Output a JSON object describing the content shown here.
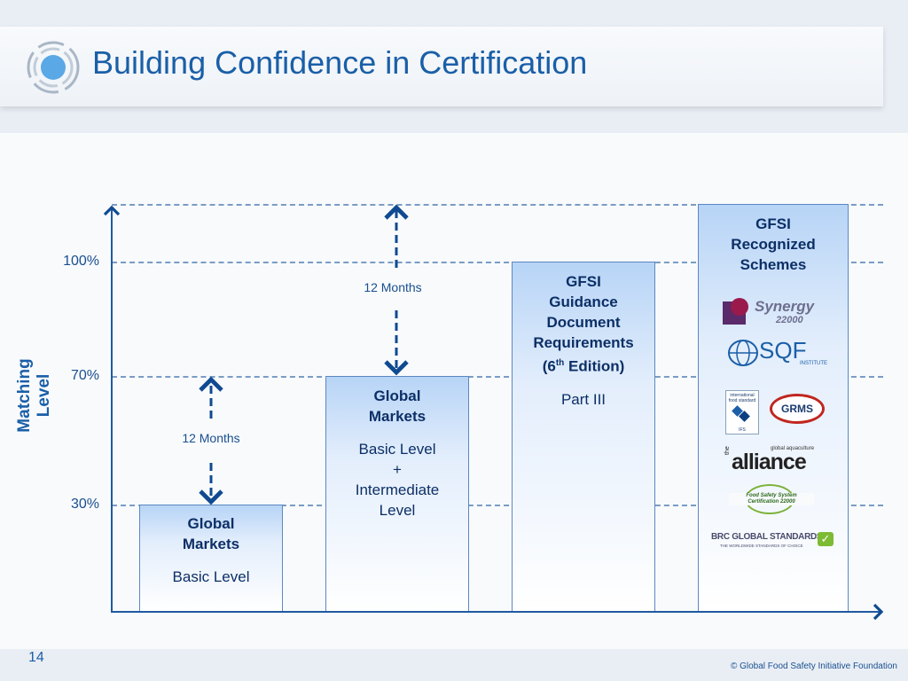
{
  "slide": {
    "title": "Building Confidence in Certification",
    "page_number": "14",
    "copyright": "© Global Food Safety Initiative Foundation"
  },
  "axis": {
    "ylabel": "Matching Level",
    "ticks": [
      "100%",
      "70%",
      "30%"
    ]
  },
  "intervals": {
    "left": "12 Months",
    "middle": "12 Months"
  },
  "bars": [
    {
      "title_lines": [
        "Global",
        "Markets"
      ],
      "sub_lines": [
        "Basic Level"
      ],
      "level": 30
    },
    {
      "title_lines": [
        "Global",
        "Markets"
      ],
      "sub_lines": [
        "Basic Level",
        "+",
        "Intermediate",
        "Level"
      ],
      "level": 70
    },
    {
      "title_lines": [
        "GFSI",
        "Guidance",
        "Document",
        "Requirements",
        "(6",
        "th",
        " Edition)"
      ],
      "sub_lines": [
        "Part III"
      ],
      "level": 100
    },
    {
      "title_lines": [
        "GFSI",
        "Recognized",
        "Schemes"
      ],
      "sub_lines": [],
      "level": 115
    }
  ],
  "scheme_logos": {
    "synergy": [
      "Synergy",
      "22000"
    ],
    "sqf": [
      "SQF",
      "INSTITUTE"
    ],
    "ifs": [
      "international",
      "food standard",
      "IFS"
    ],
    "grms": "GRMS",
    "alliance": [
      "global aquaculture",
      "the",
      "alliance"
    ],
    "fssc": [
      "Food Safety System",
      "Certification 22000"
    ],
    "brc": [
      "BRC GLOBAL STANDARDS",
      "THE WORLDWIDE STANDARDS OF CHOICE"
    ]
  },
  "colors": {
    "title": "#1a5fa8",
    "axis": "#1f5aa0",
    "arrow": "#0f4a91"
  }
}
